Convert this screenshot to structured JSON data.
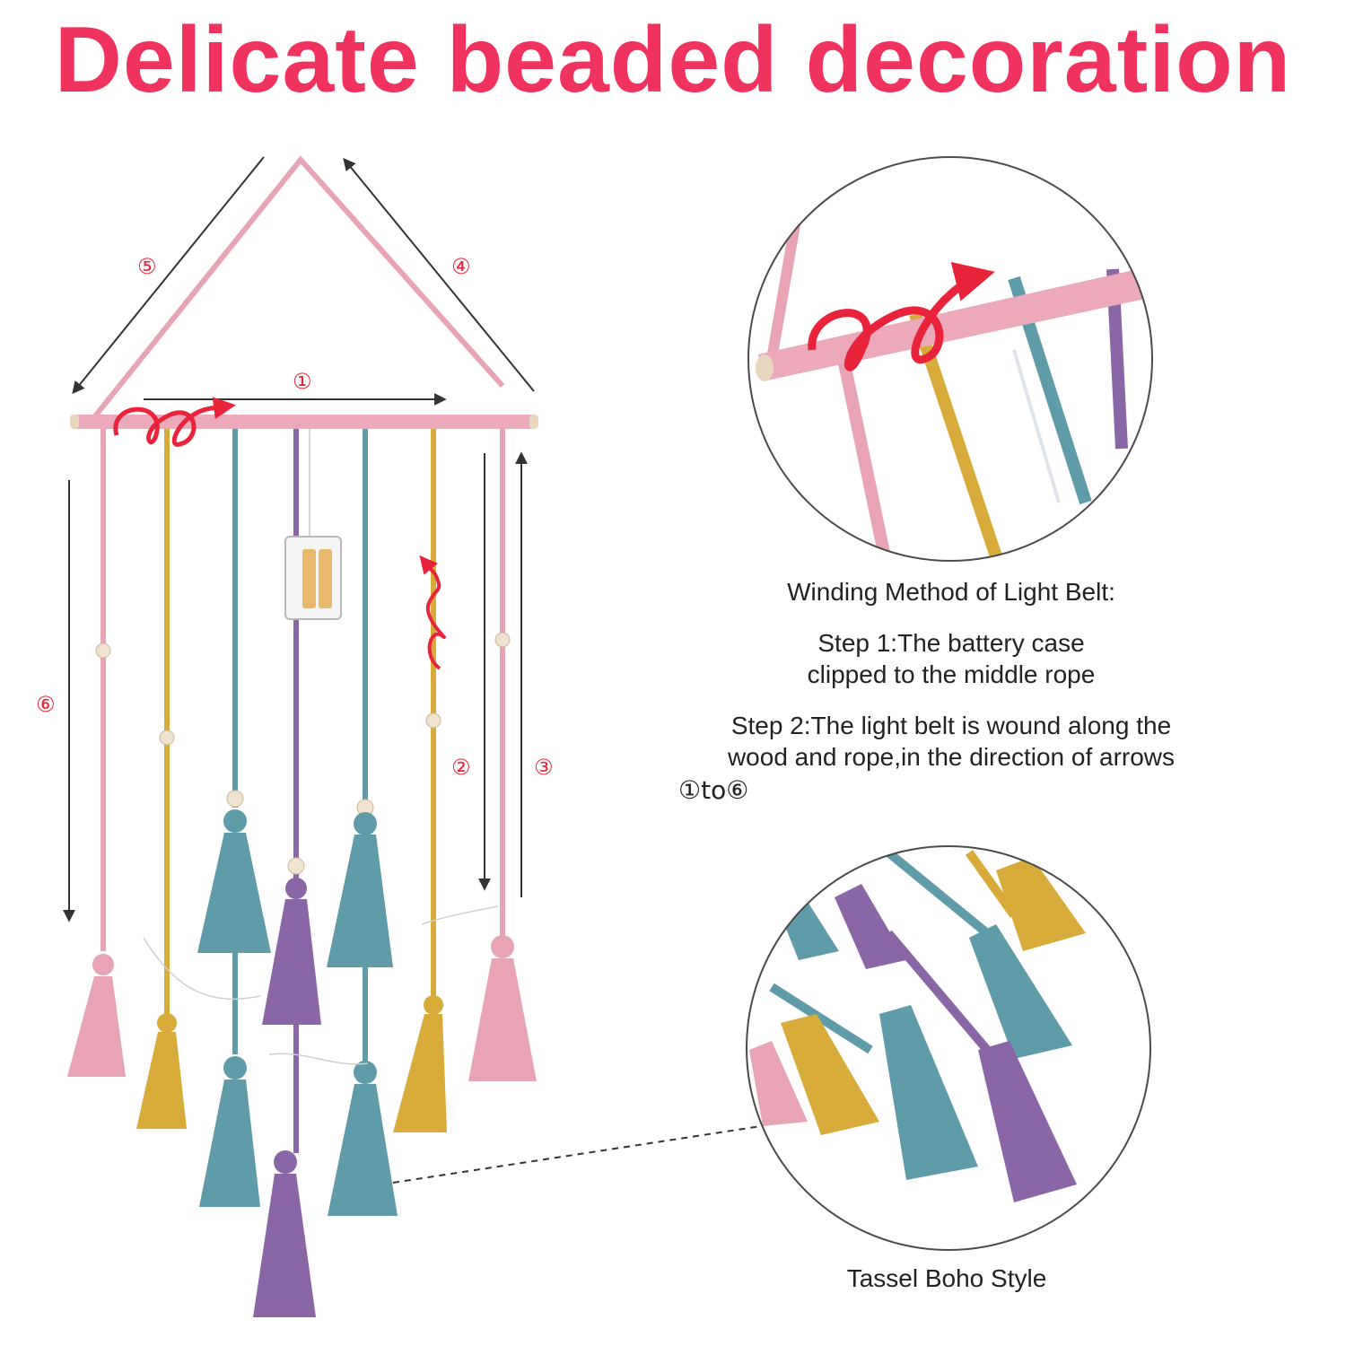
{
  "headline": "Delicate beaded decoration",
  "markers": {
    "m1": "①",
    "m2": "②",
    "m3": "③",
    "m4": "④",
    "m5": "⑤",
    "m6": "⑥"
  },
  "winding": {
    "title": "Winding Method of Light Belt:",
    "step1_line1": "Step 1:The battery case",
    "step1_line2": "clipped to the middle rope",
    "step2_line1": "Step 2:The light belt is wound along the",
    "step2_line2": "wood and rope,in the direction of arrows",
    "step2_line3": "①to⑥"
  },
  "tassel_caption": "Tassel Boho Style",
  "colors": {
    "headline": "#f0325e",
    "marker": "#e8233a",
    "pink": "#e8a3b4",
    "yellow": "#d8ac3a",
    "blue": "#5f9ba8",
    "purple": "#8a66a6"
  }
}
